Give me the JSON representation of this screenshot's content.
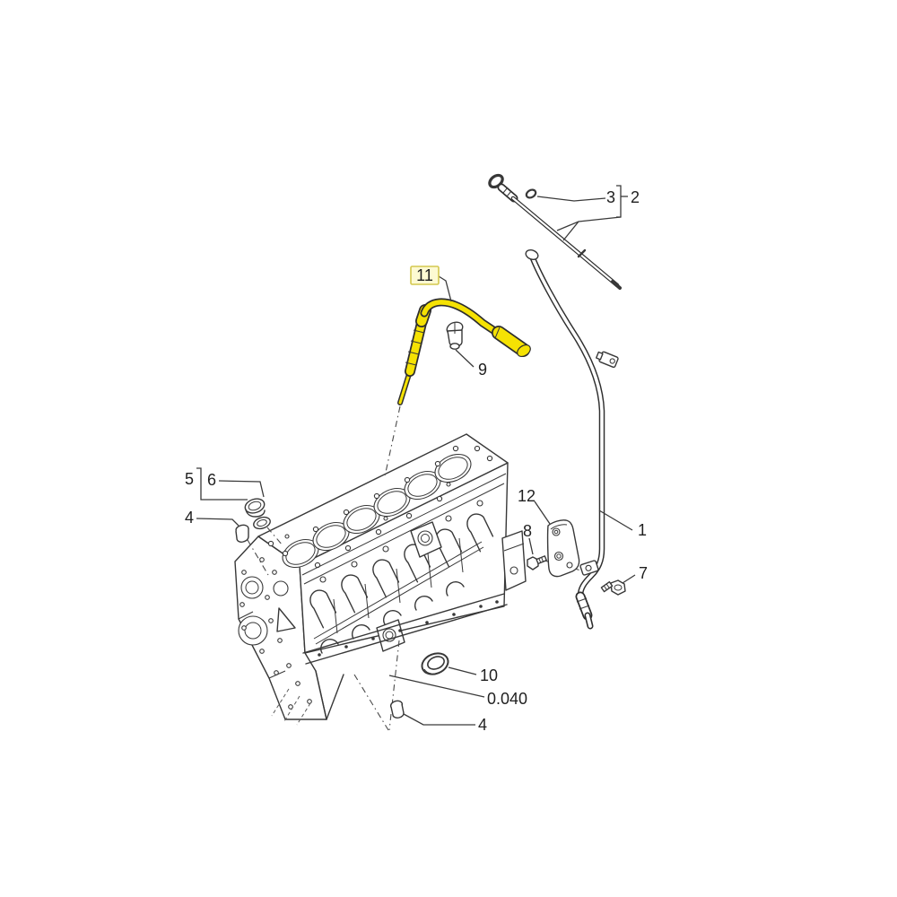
{
  "diagram": {
    "kind": "exploded-parts-diagram",
    "subject": "engine block with oil level dipstick, dipstick tube and highlighted oil tube",
    "labels": {
      "part1": "1",
      "part2": "2",
      "part3": "3",
      "part4_upper": "4",
      "part4_lower": "4",
      "part5": "5",
      "part6": "6",
      "part7": "7",
      "part8": "8",
      "part9": "9",
      "part10": "10",
      "part11": "11",
      "part12": "12",
      "clearance": "0.040"
    },
    "colors": {
      "highlight": "#F5E203",
      "highlight_box_fill": "#FDFAD2",
      "highlight_box_border": "#D4C84E",
      "line": "#383838",
      "text": "#1F1F1F",
      "background": "#FFFFFF"
    },
    "highlighted_part": "11"
  }
}
